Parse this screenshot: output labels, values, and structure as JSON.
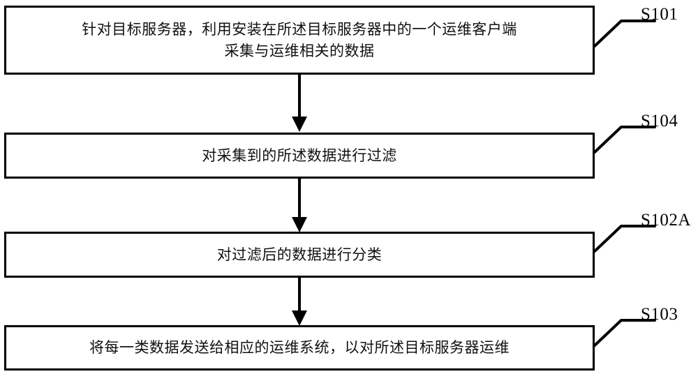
{
  "diagram": {
    "type": "flowchart",
    "orientation": "vertical",
    "title": "",
    "background_color": "#ffffff",
    "line_color": "#000000",
    "text_color": "#111111",
    "steps": [
      {
        "id": "S101",
        "label": "S101",
        "text": "针对目标服务器，利用安装在所述目标服务器中的一个运维客户端\n采集与运维相关的数据",
        "line_count": 2
      },
      {
        "id": "S104",
        "label": "S104",
        "text": "对采集到的所述数据进行过滤",
        "line_count": 1
      },
      {
        "id": "S102A",
        "label": "S102A",
        "text": "对过滤后的数据进行分类",
        "line_count": 1
      },
      {
        "id": "S103",
        "label": "S103",
        "text": "将每一类数据发送给相应的运维系统，以对所述目标服务器运维",
        "line_count": 1
      }
    ],
    "connectors": [
      {
        "from": "S101",
        "to": "S104",
        "style": "arrow-down"
      },
      {
        "from": "S104",
        "to": "S102A",
        "style": "arrow-down"
      },
      {
        "from": "S102A",
        "to": "S103",
        "style": "arrow-down"
      }
    ]
  }
}
